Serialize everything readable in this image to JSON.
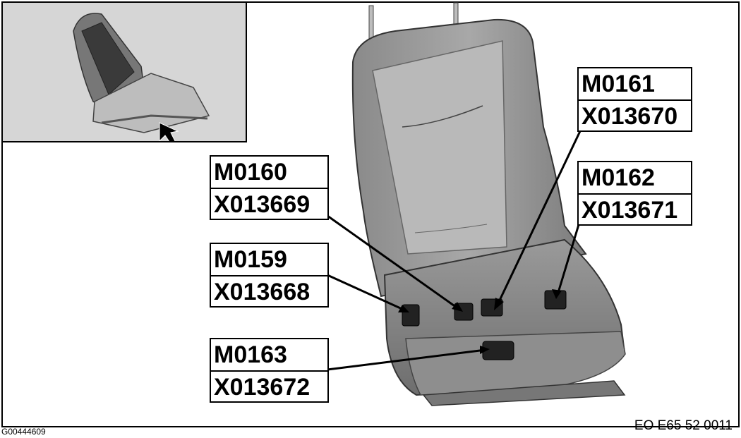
{
  "labels": [
    {
      "id": "m0161",
      "motor": "M0161",
      "connector": "X013670"
    },
    {
      "id": "m0160",
      "motor": "M0160",
      "connector": "X013669"
    },
    {
      "id": "m0162",
      "motor": "M0162",
      "connector": "X013671"
    },
    {
      "id": "m0159",
      "motor": "M0159",
      "connector": "X013668"
    },
    {
      "id": "m0163",
      "motor": "M0163",
      "connector": "X013672"
    }
  ],
  "figure_code": "EO E65 52 0011",
  "image_id": "G00444609"
}
